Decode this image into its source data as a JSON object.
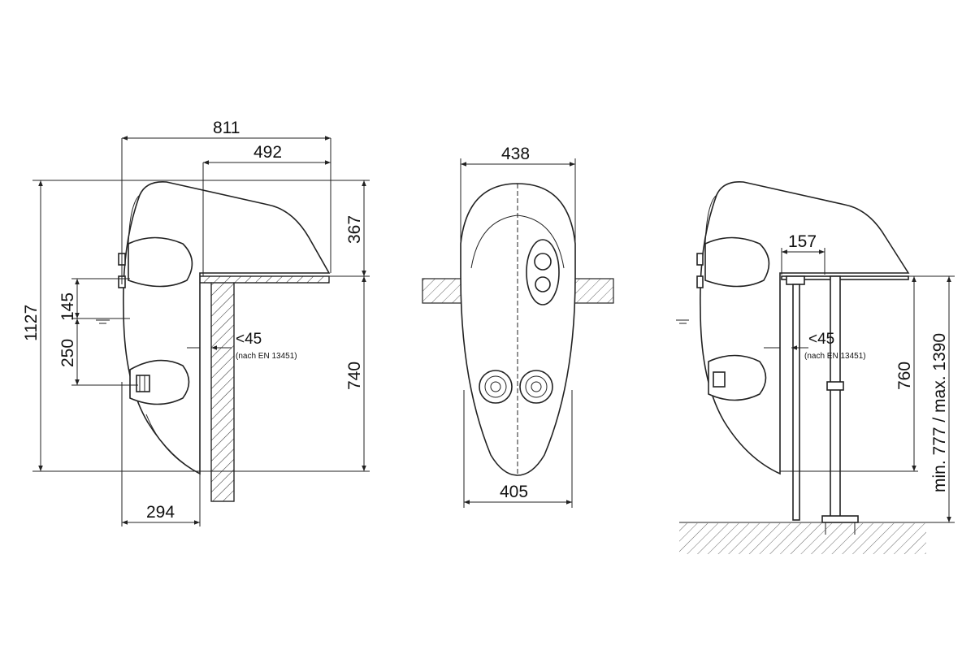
{
  "side_view": {
    "dim_total_width": "811",
    "dim_top_width": "492",
    "dim_height_top": "367",
    "dim_total_height": "1127",
    "dim_145": "145",
    "dim_250": "250",
    "dim_740": "740",
    "dim_294": "294",
    "angle_label": "<45",
    "angle_note": "(nach EN 13451)"
  },
  "front_view": {
    "dim_top_width": "438",
    "dim_bottom_width": "405"
  },
  "stand_view": {
    "dim_157": "157",
    "angle_label": "<45",
    "angle_note": "(nach EN 13451)",
    "dim_760": "760",
    "dim_height_range": "min. 777 / max. 1390"
  }
}
